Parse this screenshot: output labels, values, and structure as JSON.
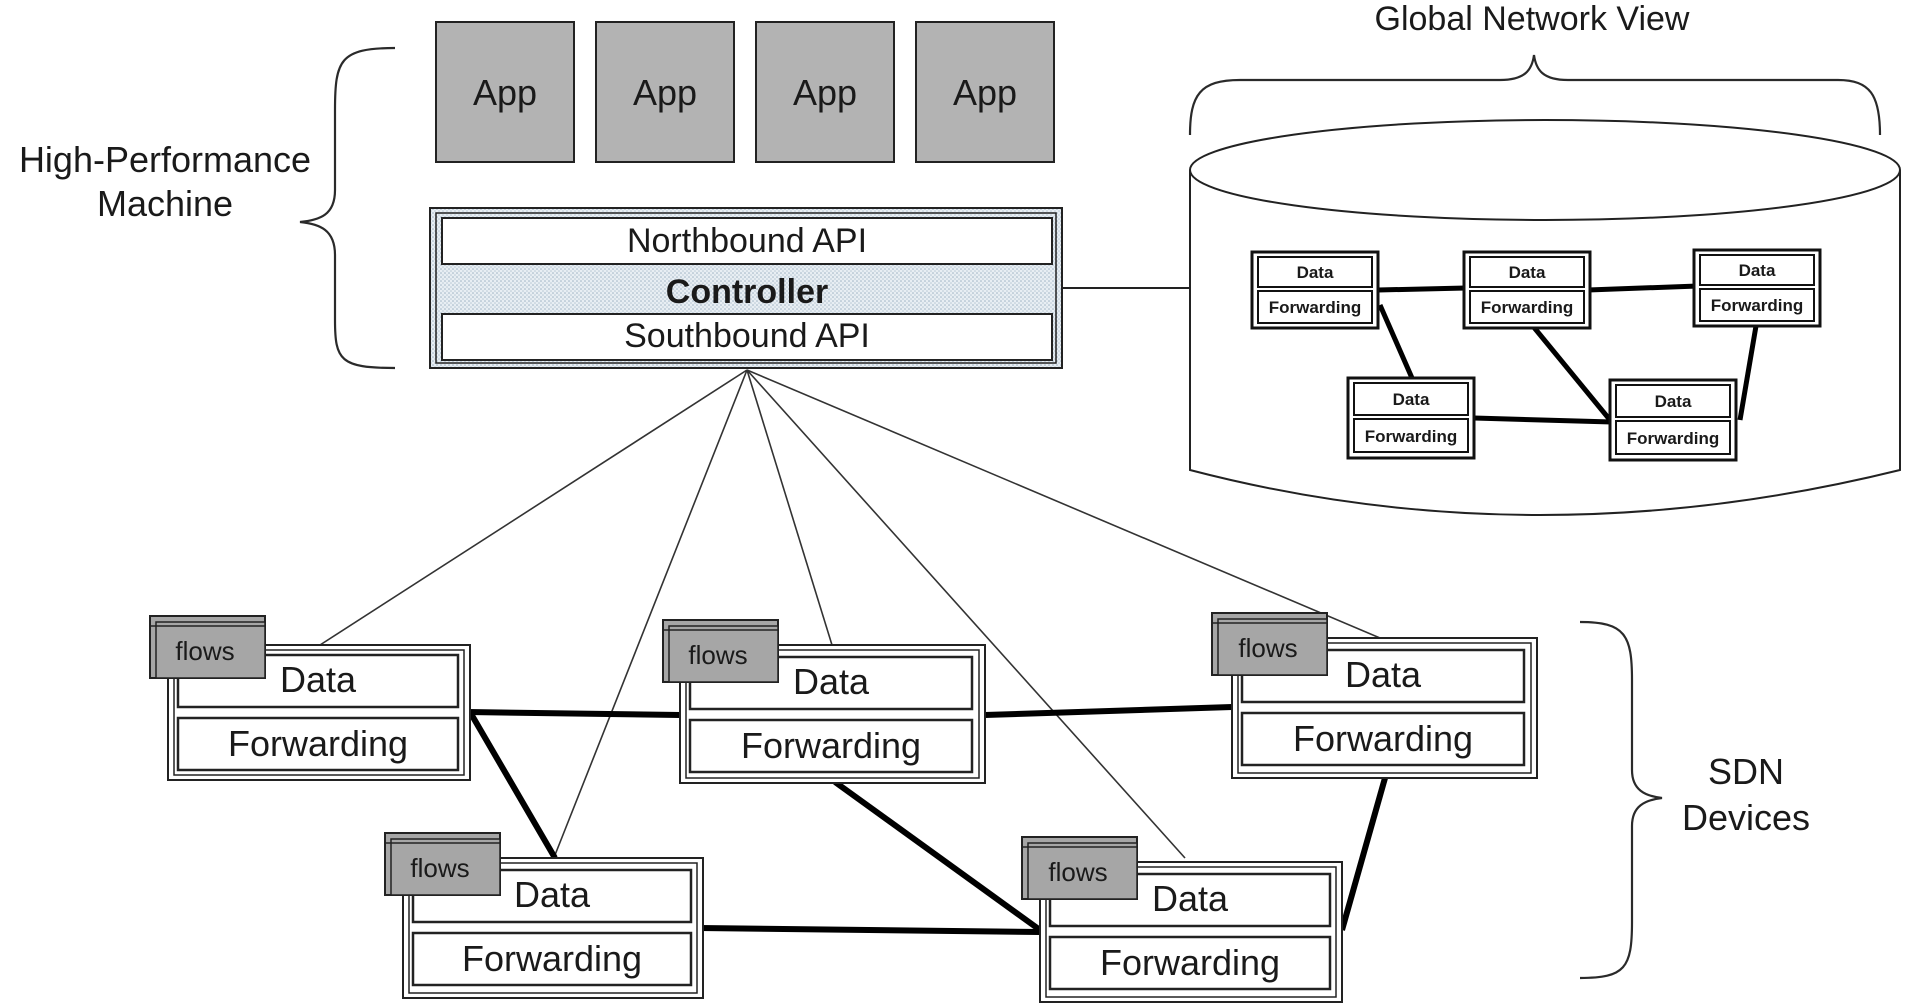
{
  "labels": {
    "machine_line1": "High-Performance",
    "machine_line2": "Machine",
    "global_view": "Global Network View",
    "devices_line1": "SDN",
    "devices_line2": "Devices"
  },
  "apps": [
    "App",
    "App",
    "App",
    "App"
  ],
  "controller": {
    "northbound": "Northbound API",
    "name": "Controller",
    "southbound": "Southbound API"
  },
  "device": {
    "flows": "flows",
    "data": "Data",
    "forwarding": "Forwarding"
  },
  "colors": {
    "app_fill": "#b3b3b3",
    "flows_fill": "#a6a6a6",
    "controller_fill": "#d6e2ea"
  }
}
